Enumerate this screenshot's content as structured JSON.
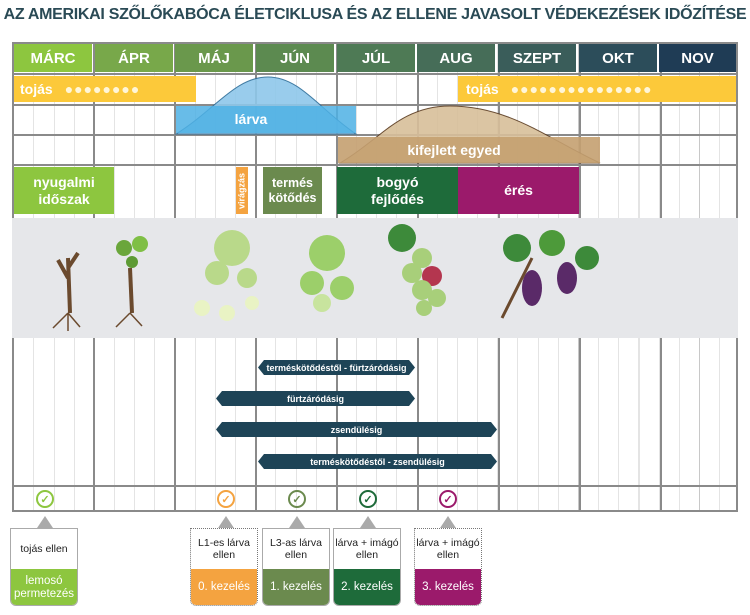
{
  "title": "AZ AMERIKAI SZŐLŐKABÓCA ÉLETCIKLUSA ÉS AZ ELLENE JAVASOLT VÉDEKEZÉSEK IDŐZÍTÉSE",
  "months": [
    {
      "label": "MÁRC",
      "color": "#8dc63f"
    },
    {
      "label": "ÁPR",
      "color": "#78a84a"
    },
    {
      "label": "MÁJ",
      "color": "#6a984c"
    },
    {
      "label": "JÚN",
      "color": "#5c8a50"
    },
    {
      "label": "JÚL",
      "color": "#4e7a55"
    },
    {
      "label": "AUG",
      "color": "#466d58"
    },
    {
      "label": "SZEPT",
      "color": "#3a5d5a"
    },
    {
      "label": "OKT",
      "color": "#2c4d5a"
    },
    {
      "label": "NOV",
      "color": "#1f3c55"
    }
  ],
  "lifecycle": {
    "egg_spring": "tojás",
    "egg_autumn": "tojás",
    "larva": "lárva",
    "adult": "kifejlett egyed"
  },
  "phenology": {
    "dormancy": "nyugalmi időszak",
    "flowering": "virágzás",
    "fruit_set": "termés kötődés",
    "berry": "bogyó fejlődés",
    "ripening": "érés"
  },
  "periods": [
    "terméskötődéstől - fürtzáródásig",
    "fürtzáródásig",
    "zsendülésig",
    "terméskötődéstől - zsendülésig"
  ],
  "treatments": [
    {
      "target": "tojás ellen",
      "name": "lemosó permetezés",
      "color": "#8dc63f"
    },
    {
      "target": "L1-es lárva ellen",
      "name": "0. kezelés",
      "color": "#f4a340"
    },
    {
      "target": "L3-as lárva ellen",
      "name": "1. kezelés",
      "color": "#6b8a4e"
    },
    {
      "target": "lárva + imágó ellen",
      "name": "2. kezelés",
      "color": "#1e6b3a"
    },
    {
      "target": "lárva + imágó ellen",
      "name": "3. kezelés",
      "color": "#9b1a6b"
    }
  ]
}
